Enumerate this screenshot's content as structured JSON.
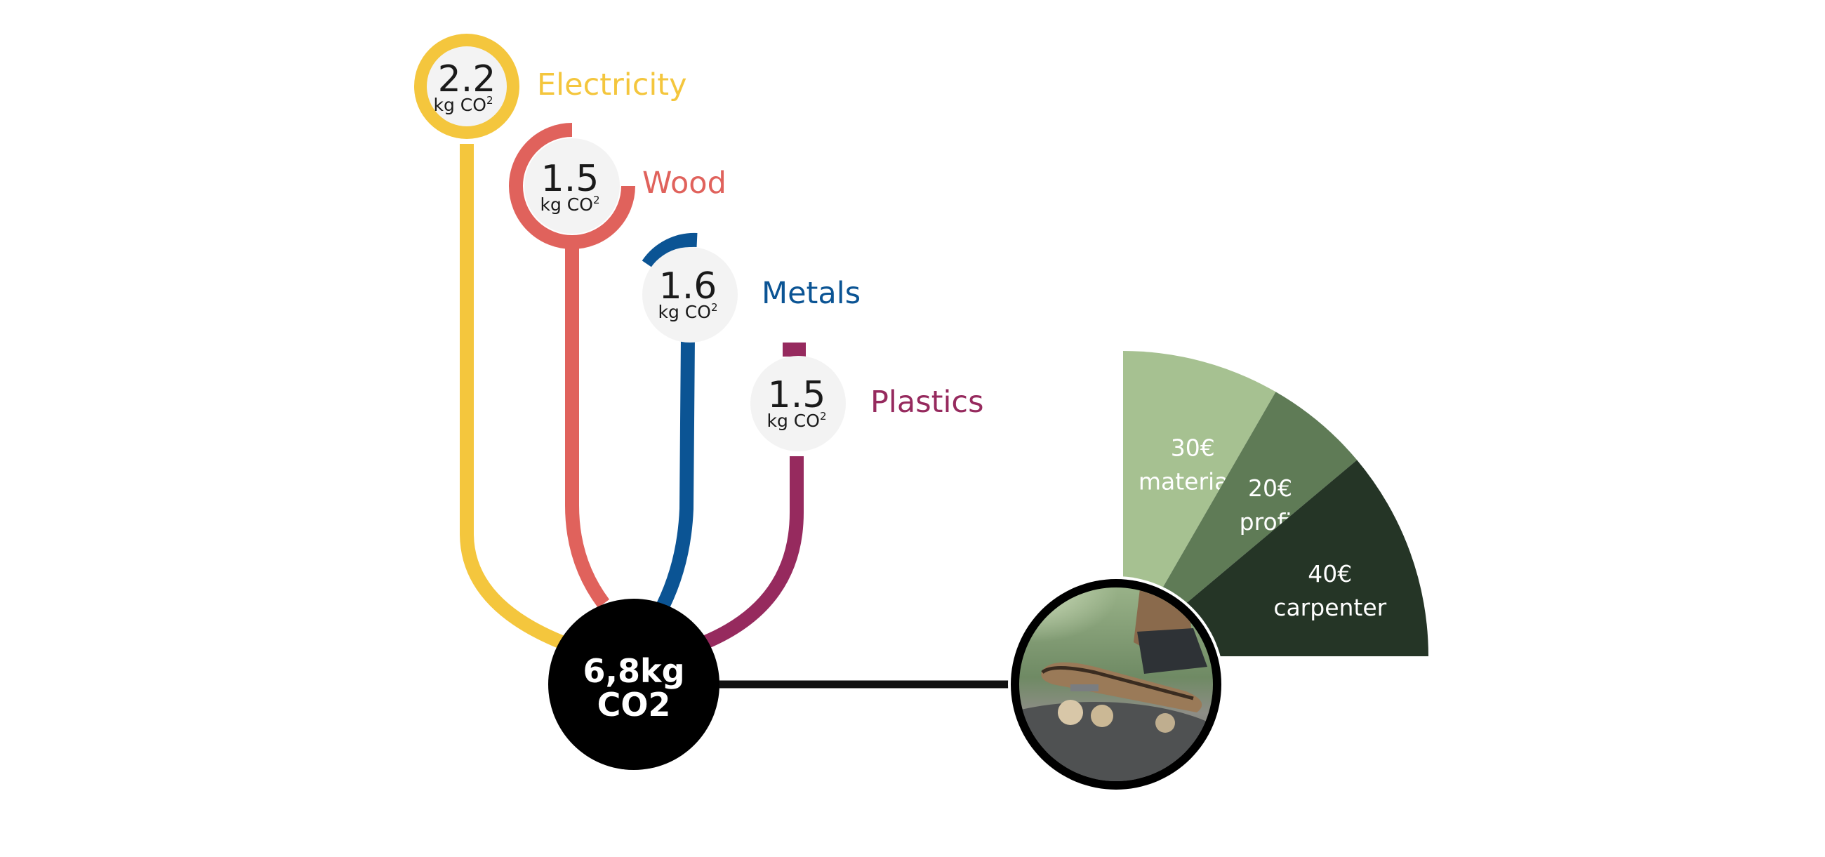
{
  "total": {
    "line1": "6,8kg",
    "line2": "CO2"
  },
  "sources": [
    {
      "name": "Electricity",
      "value": "2.2",
      "unit": "kg CO",
      "sup": "2",
      "color": "#F4C63D"
    },
    {
      "name": "Wood",
      "value": "1.5",
      "unit": "kg CO",
      "sup": "2",
      "color": "#E0625C"
    },
    {
      "name": "Metals",
      "value": "1.6",
      "unit": "kg CO",
      "sup": "2",
      "color": "#0B5494"
    },
    {
      "name": "Plastics",
      "value": "1.5",
      "unit": "kg CO",
      "sup": "2",
      "color": "#962A5E"
    }
  ],
  "price_breakdown": [
    {
      "amount": "30€",
      "label": "materials",
      "value": 30,
      "color": "#A6C191"
    },
    {
      "amount": "20€",
      "label": "profit",
      "value": 20,
      "color": "#5F7B56"
    },
    {
      "amount": "40€",
      "label": "carpenter",
      "value": 40,
      "color": "#253526"
    }
  ],
  "photo_subject": "skateboard-photo"
}
